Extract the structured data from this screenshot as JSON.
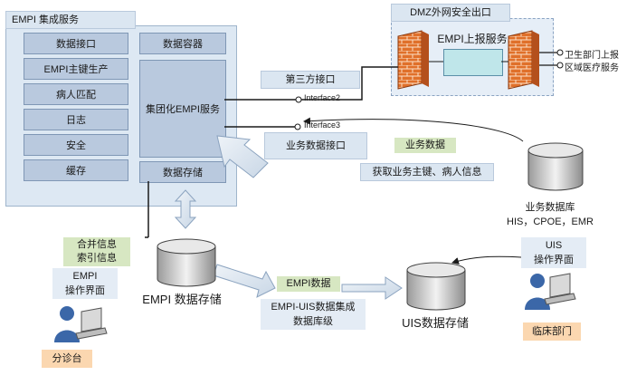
{
  "empi_service": {
    "title": "EMPI 集成服务",
    "modules": [
      "数据接口",
      "EMPI主键生产",
      "病人匹配",
      "日志",
      "安全",
      "缓存"
    ],
    "data_container": "数据容器",
    "group_service": "集团化EMPI服务",
    "data_storage": "数据存储"
  },
  "dmz": {
    "title": "DMZ外网安全出口",
    "report_service": "EMPI上报服务",
    "outputs": [
      "卫生部门上报",
      "区域医疗服务"
    ]
  },
  "interfaces": {
    "third_party": "第三方接口",
    "interface2": "Interface2",
    "interface3": "Interface3",
    "business_data_interface": "业务数据接口"
  },
  "business": {
    "data_label": "业务数据",
    "fetch_label": "获取业务主键、病人信息",
    "db_name": "业务数据库",
    "db_systems": "HIS，CPOE，EMR"
  },
  "merge_info": [
    "合并信息",
    "索引信息"
  ],
  "empi_storage": "EMPI 数据存储",
  "empi_data": "EMPI数据",
  "integration": [
    "EMPI-UIS数据集成",
    "数据库级"
  ],
  "uis_storage": "UIS数据存储",
  "empi_ui": [
    "EMPI",
    "操作界面"
  ],
  "triage": "分诊台",
  "uis_ui": [
    "UIS",
    "操作界面"
  ],
  "clinical": "临床部门"
}
